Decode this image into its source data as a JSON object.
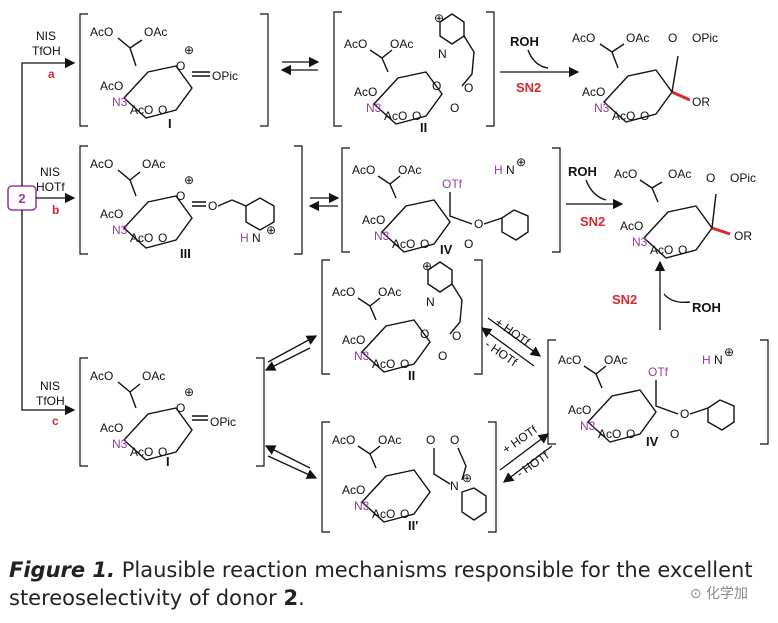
{
  "labels": {
    "ac": "AcO",
    "oac": "OAc",
    "n3": "N3",
    "opic": "OPic",
    "otf": "OTf",
    "or": "OR",
    "roh": "ROH",
    "sn2": "SN2",
    "o": "O",
    "nplus": "N",
    "hn": "H",
    "plus": "⊕"
  },
  "conditions": {
    "a": {
      "line1": "NIS",
      "line2": "TfOH",
      "route": "a"
    },
    "b": {
      "line1": "NIS",
      "line2": "HOTf",
      "route": "b"
    },
    "c": {
      "line1": "NIS",
      "line2": "TfOH",
      "route": "c"
    },
    "plus_hotf": "+ HOTf",
    "minus_hotf": "- HOTf"
  },
  "compound_ids": {
    "start": "2",
    "I": "I",
    "II": "II",
    "III": "III",
    "IV": "IV",
    "IIprime": "II'"
  },
  "caption": {
    "figure": "Figure 1.",
    "text": "Plausible reaction mechanisms responsible for the excellent stereoselectivity of donor",
    "donor": "2",
    "end": "."
  },
  "watermark": "化学加",
  "colors": {
    "accent_red": "#d9282f",
    "accent_purple": "#9b3aa3"
  }
}
